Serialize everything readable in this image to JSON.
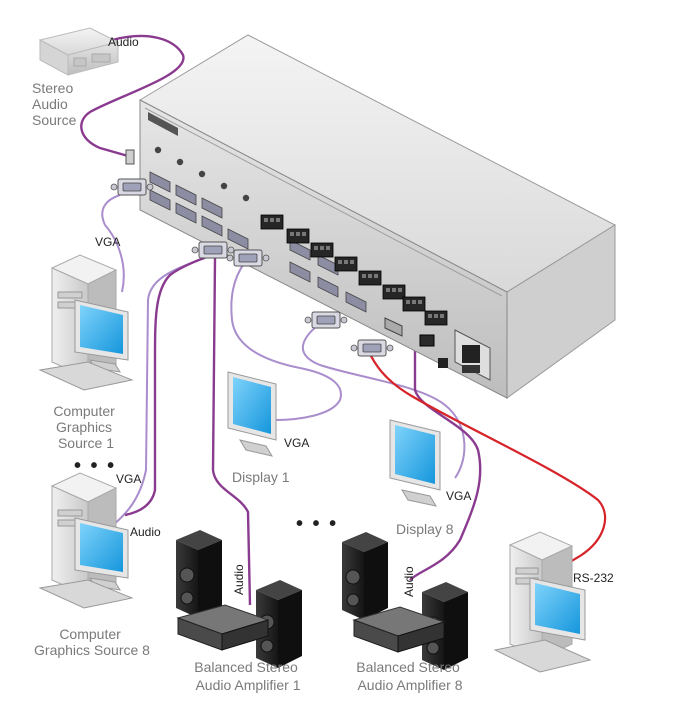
{
  "labels": {
    "stereo_audio_source": [
      "Stereo",
      "Audio",
      "Source"
    ],
    "computer_source_1": [
      "Computer",
      "Graphics",
      "Source 1"
    ],
    "computer_source_8": [
      "Computer",
      "Graphics Source 8"
    ],
    "display_1": "Display 1",
    "display_8": "Display 8",
    "amplifier_1": [
      "Balanced Stereo",
      "Audio Amplifier 1"
    ],
    "amplifier_8": [
      "Balanced Stereo",
      "Audio Amplifier 8"
    ]
  },
  "connections": {
    "audio": "Audio",
    "vga": "VGA",
    "rs232": "RS-232"
  },
  "ellipsis": "• • •",
  "colors": {
    "audio_cable": "#8a3b8f",
    "vga_cable": "#a98dcc",
    "rs232_cable": "#d6242a",
    "screen": "#2aa7e6"
  }
}
